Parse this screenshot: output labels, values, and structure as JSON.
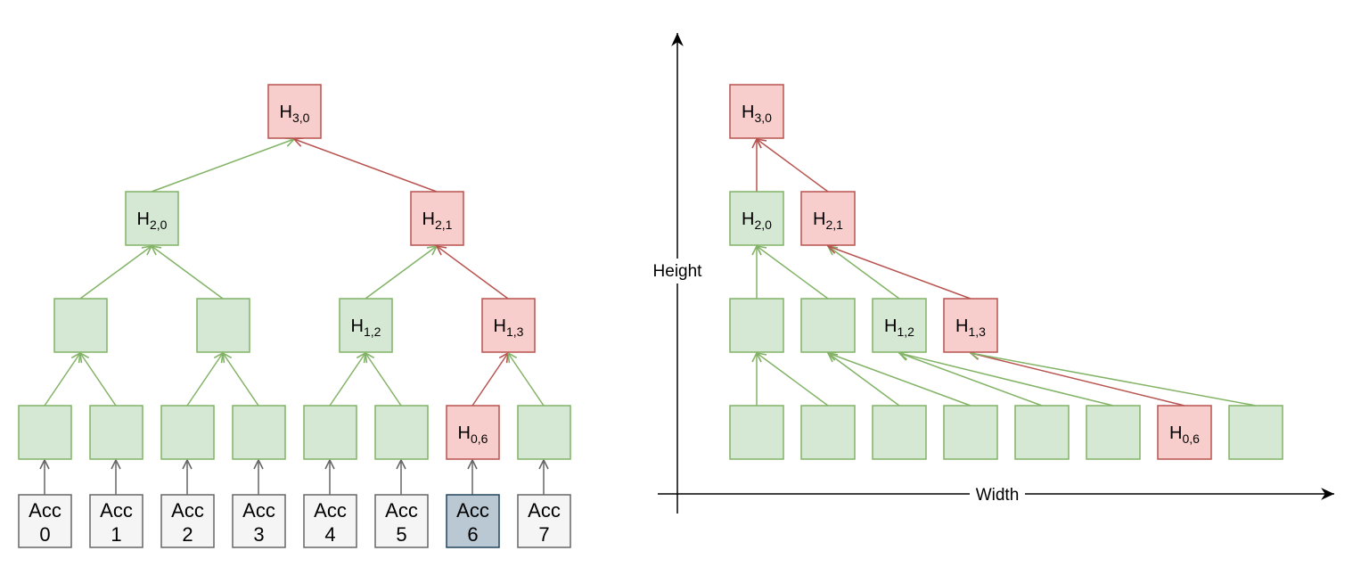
{
  "colors": {
    "green_fill": "#d5e8d4",
    "green_stroke": "#82b366",
    "red_fill": "#f8cecc",
    "red_stroke": "#b85450",
    "gray_fill": "#f5f5f5",
    "gray_stroke": "#666666",
    "selected_fill": "#bac8d3",
    "selected_stroke": "#23445d"
  },
  "left_tree": {
    "nodes": {
      "h30": {
        "base": "H",
        "sub": "3,0",
        "style": "red"
      },
      "h20": {
        "base": "H",
        "sub": "2,0",
        "style": "green"
      },
      "h21": {
        "base": "H",
        "sub": "2,1",
        "style": "red"
      },
      "n10": {
        "style": "green"
      },
      "n11": {
        "style": "green"
      },
      "h12": {
        "base": "H",
        "sub": "1,2",
        "style": "green"
      },
      "h13": {
        "base": "H",
        "sub": "1,3",
        "style": "red"
      },
      "n00": {
        "style": "green"
      },
      "n01": {
        "style": "green"
      },
      "n02": {
        "style": "green"
      },
      "n03": {
        "style": "green"
      },
      "n04": {
        "style": "green"
      },
      "n05": {
        "style": "green"
      },
      "h06": {
        "base": "H",
        "sub": "0,6",
        "style": "red"
      },
      "n07": {
        "style": "green"
      }
    },
    "accounts": [
      {
        "word": "Acc",
        "num": "0",
        "style": "gray"
      },
      {
        "word": "Acc",
        "num": "1",
        "style": "gray"
      },
      {
        "word": "Acc",
        "num": "2",
        "style": "gray"
      },
      {
        "word": "Acc",
        "num": "3",
        "style": "gray"
      },
      {
        "word": "Acc",
        "num": "4",
        "style": "gray"
      },
      {
        "word": "Acc",
        "num": "5",
        "style": "gray"
      },
      {
        "word": "Acc",
        "num": "6",
        "style": "selected"
      },
      {
        "word": "Acc",
        "num": "7",
        "style": "gray"
      }
    ]
  },
  "right_plot": {
    "axis_x_label": "Width",
    "axis_y_label": "Height",
    "nodes": {
      "h30": {
        "base": "H",
        "sub": "3,0",
        "style": "red"
      },
      "h20": {
        "base": "H",
        "sub": "2,0",
        "style": "green"
      },
      "h21": {
        "base": "H",
        "sub": "2,1",
        "style": "red"
      },
      "n10": {
        "style": "green"
      },
      "n11": {
        "style": "green"
      },
      "h12": {
        "base": "H",
        "sub": "1,2",
        "style": "green"
      },
      "h13": {
        "base": "H",
        "sub": "1,3",
        "style": "red"
      },
      "n00": {
        "style": "green"
      },
      "n01": {
        "style": "green"
      },
      "n02": {
        "style": "green"
      },
      "n03": {
        "style": "green"
      },
      "n04": {
        "style": "green"
      },
      "n05": {
        "style": "green"
      },
      "h06": {
        "base": "H",
        "sub": "0,6",
        "style": "red"
      },
      "n07": {
        "style": "green"
      }
    }
  }
}
